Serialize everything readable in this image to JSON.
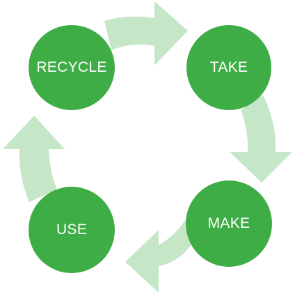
{
  "diagram": {
    "stages": [
      {
        "label": "RECYCLE"
      },
      {
        "label": "TAKE"
      },
      {
        "label": "MAKE"
      },
      {
        "label": "USE"
      }
    ],
    "colors": {
      "circle": "#3fad46",
      "arrow": "#c6e6c8",
      "label": "#ffffff"
    }
  }
}
